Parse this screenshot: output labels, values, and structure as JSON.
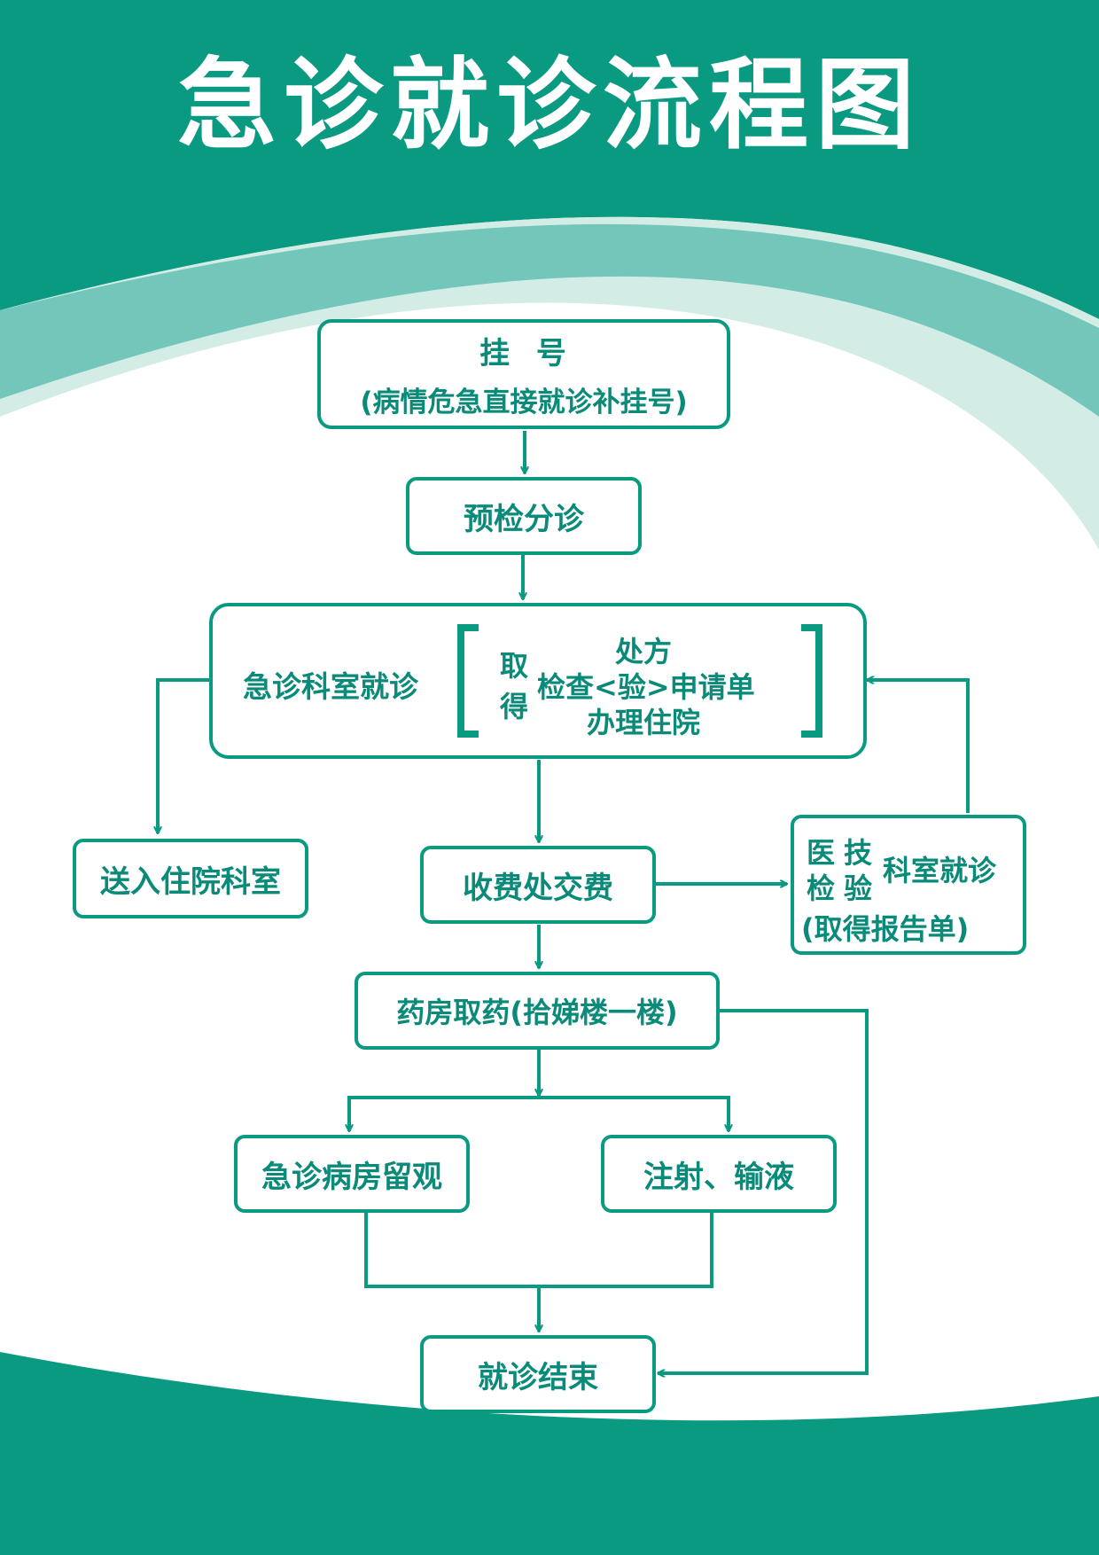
{
  "title": "急诊就诊流程图",
  "colors": {
    "primary": "#0a9a82",
    "text": "#0a8a78",
    "band_light": "#d3ece6",
    "band_mid": "#72c6ba"
  },
  "nodes": {
    "registration": {
      "line1": "挂  号",
      "line2": "(病情危急直接就诊补挂号)"
    },
    "triage": "预检分诊",
    "emergency_dept": {
      "label": "急诊科室就诊",
      "obtain_chars": [
        "取",
        "得"
      ],
      "items": [
        "处方",
        "检查<验>申请单",
        "办理住院"
      ]
    },
    "inpatient": "送入住院科室",
    "payment": "收费处交费",
    "medtech": {
      "left_col1": [
        "医",
        "检"
      ],
      "left_col2": [
        "技",
        "验"
      ],
      "right": "科室就诊",
      "bottom": "(取得报告单)"
    },
    "pharmacy": "药房取药(拾娣楼一楼)",
    "observation": "急诊病房留观",
    "injection": "注射、输液",
    "end": "就诊结束"
  }
}
